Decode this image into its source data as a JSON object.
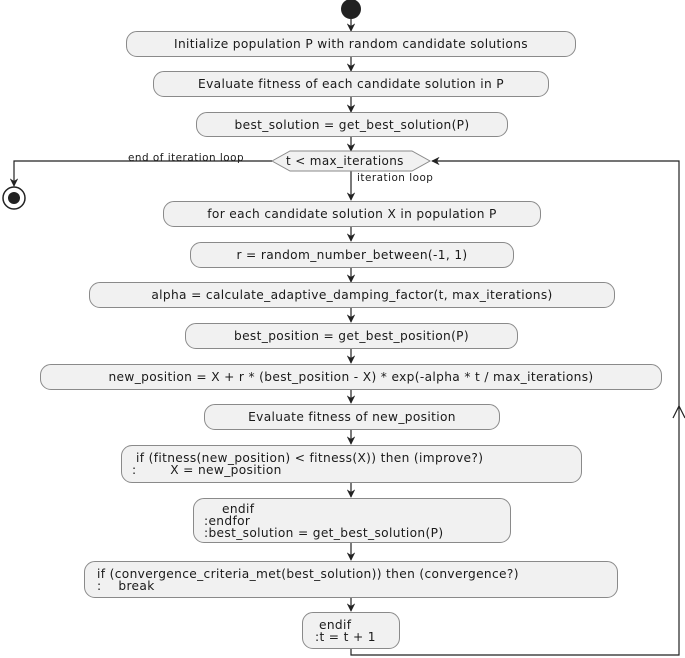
{
  "steps": {
    "init": "Initialize population P with random candidate solutions",
    "evaluate": "Evaluate fitness of each candidate solution in P",
    "best_solution": "best_solution = get_best_solution(P)",
    "for_each": "for each candidate solution X in population P",
    "random_r": "r = random_number_between(-1, 1)",
    "alpha": "alpha = calculate_adaptive_damping_factor(t, max_iterations)",
    "best_position": "best_position = get_best_position(P)",
    "new_position": "new_position = X + r * (best_position - X) * exp(-alpha * t / max_iterations)",
    "evaluate_new": "Evaluate fitness of new_position",
    "improve_line1": "if (fitness(new_position) < fitness(X)) then (improve?)",
    "improve_line2": ":        X = new_position",
    "endif_line1": "endif",
    "endif_line2": ":endfor",
    "endif_line3": ":best_solution = get_best_solution(P)",
    "conv_line1": "if (convergence_criteria_met(best_solution)) then (convergence?)",
    "conv_line2": ":    break",
    "final_line1": "endif",
    "final_line2": ":t = t + 1"
  },
  "loop": {
    "condition": "t < max_iterations",
    "exit_label": "end of iteration loop",
    "loop_label": "iteration loop"
  },
  "colors": {
    "box_fill": "#f1f1f1",
    "box_border": "#8a8a8a",
    "line": "#222222"
  }
}
